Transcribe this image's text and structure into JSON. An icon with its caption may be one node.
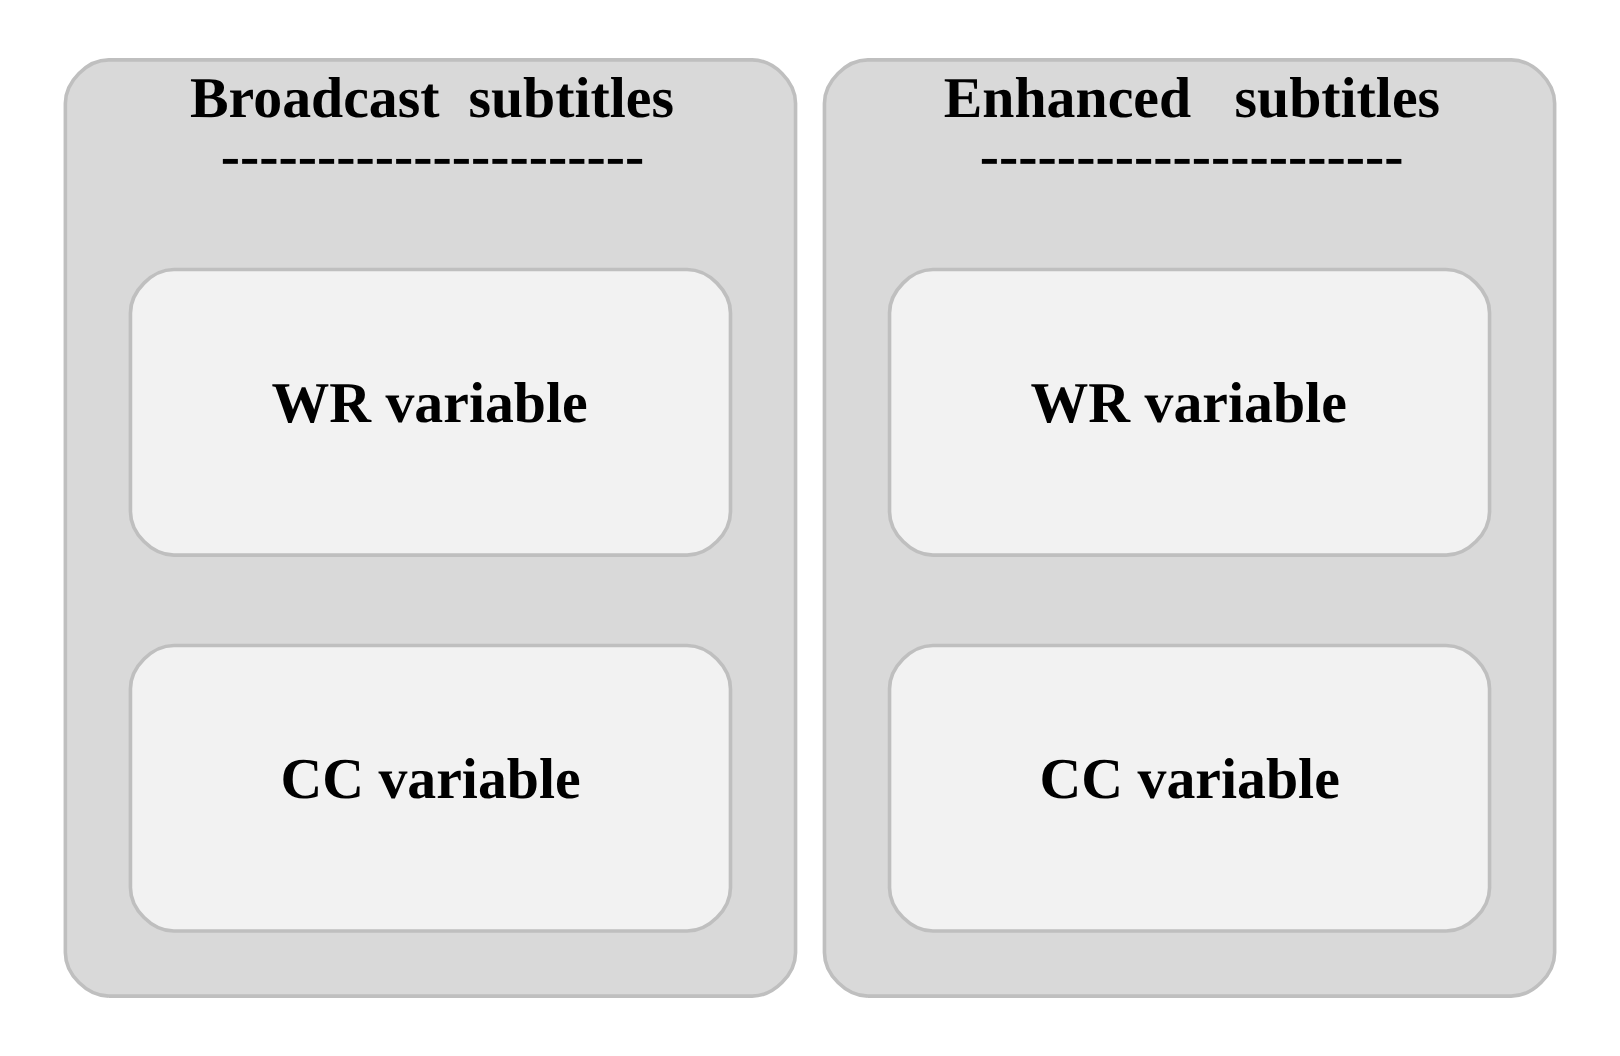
{
  "diagram": {
    "nodes": [
      {
        "text": [
          "Broadcast  subtitles",
          "----------------------"
        ]
      },
      {
        "text": [
          "WR variable"
        ],
        "in": 0
      },
      {
        "text": [
          "CC variable"
        ],
        "in": 0
      },
      {
        "text": [
          "Enhanced   subtitles",
          "----------------------"
        ]
      },
      {
        "text": [
          "WR variable"
        ],
        "in": 3
      },
      {
        "text": [
          "CC variable"
        ],
        "in": 3
      }
    ],
    "edges": []
  }
}
